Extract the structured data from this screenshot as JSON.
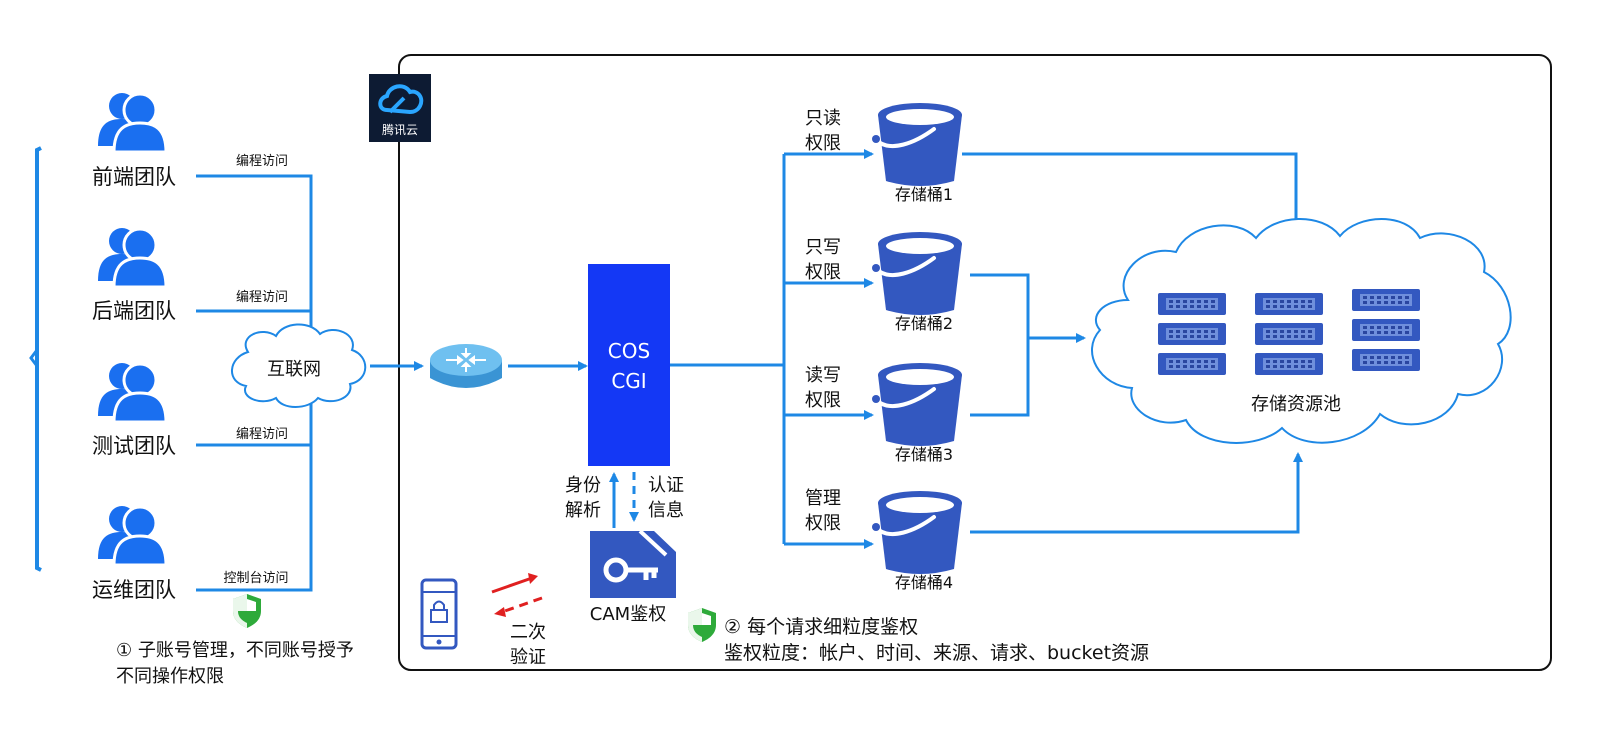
{
  "teams": [
    {
      "name": "前端团队",
      "access": "编程访问"
    },
    {
      "name": "后端团队",
      "access": "编程访问"
    },
    {
      "name": "测试团队",
      "access": "编程访问"
    },
    {
      "name": "运维团队",
      "access": "控制台访问"
    }
  ],
  "internet_label": "互联网",
  "tencent_logo_text": "腾讯云",
  "cos_line1": "COS",
  "cos_line2": "CGI",
  "identity_parse": {
    "line1": "身份",
    "line2": "解析"
  },
  "auth_info": {
    "line1": "认证",
    "line2": "信息"
  },
  "cam_label": "CAM鉴权",
  "second_verify": {
    "line1": "二次",
    "line2": "验证"
  },
  "buckets": [
    {
      "name": "存储桶1",
      "perm1": "只读",
      "perm2": "权限"
    },
    {
      "name": "存储桶2",
      "perm1": "只写",
      "perm2": "权限"
    },
    {
      "name": "存储桶3",
      "perm1": "读写",
      "perm2": "权限"
    },
    {
      "name": "存储桶4",
      "perm1": "管理",
      "perm2": "权限"
    }
  ],
  "pool_label": "存储资源池",
  "note1": {
    "line1": "① 子账号管理，不同账号授予",
    "line2": "不同操作权限"
  },
  "note2": {
    "line1": "② 每个请求细粒度鉴权",
    "line2": "鉴权粒度：帐户、时间、来源、请求、bucket资源"
  },
  "colors": {
    "flow": "#1e88e5",
    "person": "#1a6ff0",
    "bucket": "#3358c0",
    "cos": "#1438f5",
    "shield": "#2eaa3a"
  }
}
